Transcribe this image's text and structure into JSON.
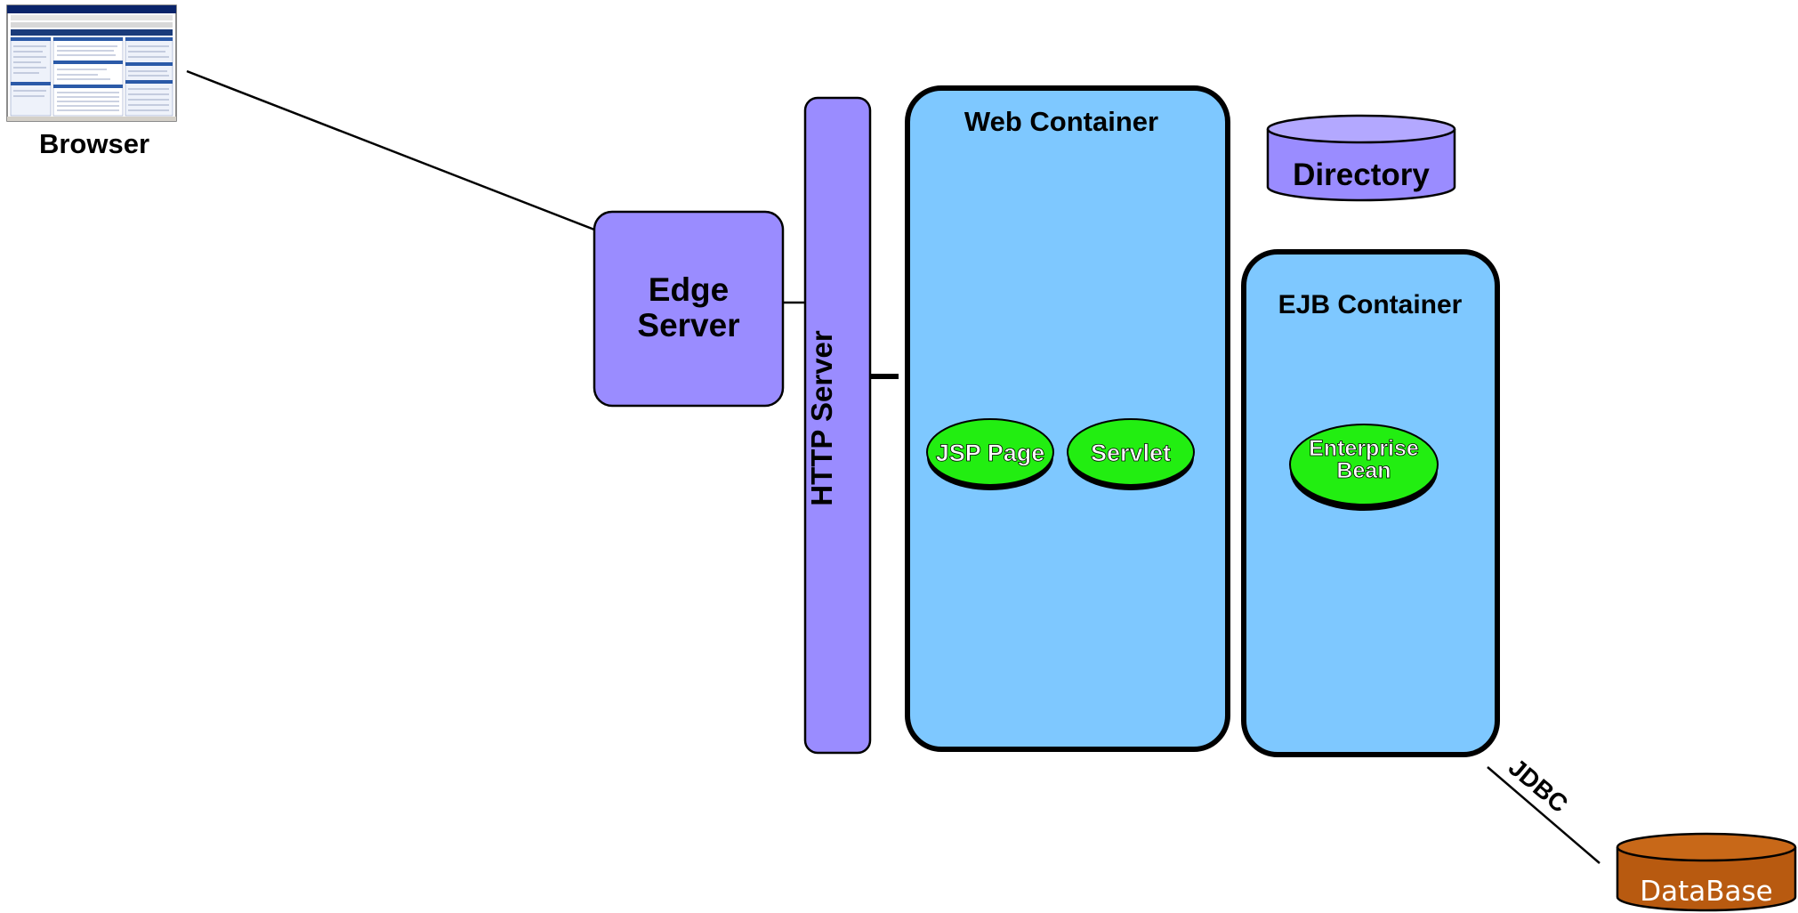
{
  "browser": {
    "label": "Browser"
  },
  "edge_server": {
    "label_line1": "Edge",
    "label_line2": "Server"
  },
  "http_server": {
    "label": "HTTP Server"
  },
  "web_container": {
    "title": "Web Container",
    "components": [
      {
        "label": "JSP Page"
      },
      {
        "label": "Servlet"
      }
    ]
  },
  "directory": {
    "label": "Directory"
  },
  "ejb_container": {
    "title": "EJB Container",
    "component": {
      "label_line1": "Enterprise",
      "label_line2": "Bean"
    }
  },
  "jdbc": {
    "label": "JDBC"
  },
  "database": {
    "label": "DataBase"
  },
  "colors": {
    "server_fill": "#9a8cff",
    "container_fill": "#7ec8ff",
    "component_fill": "#22ee11",
    "database_fill": "#b85a10"
  }
}
